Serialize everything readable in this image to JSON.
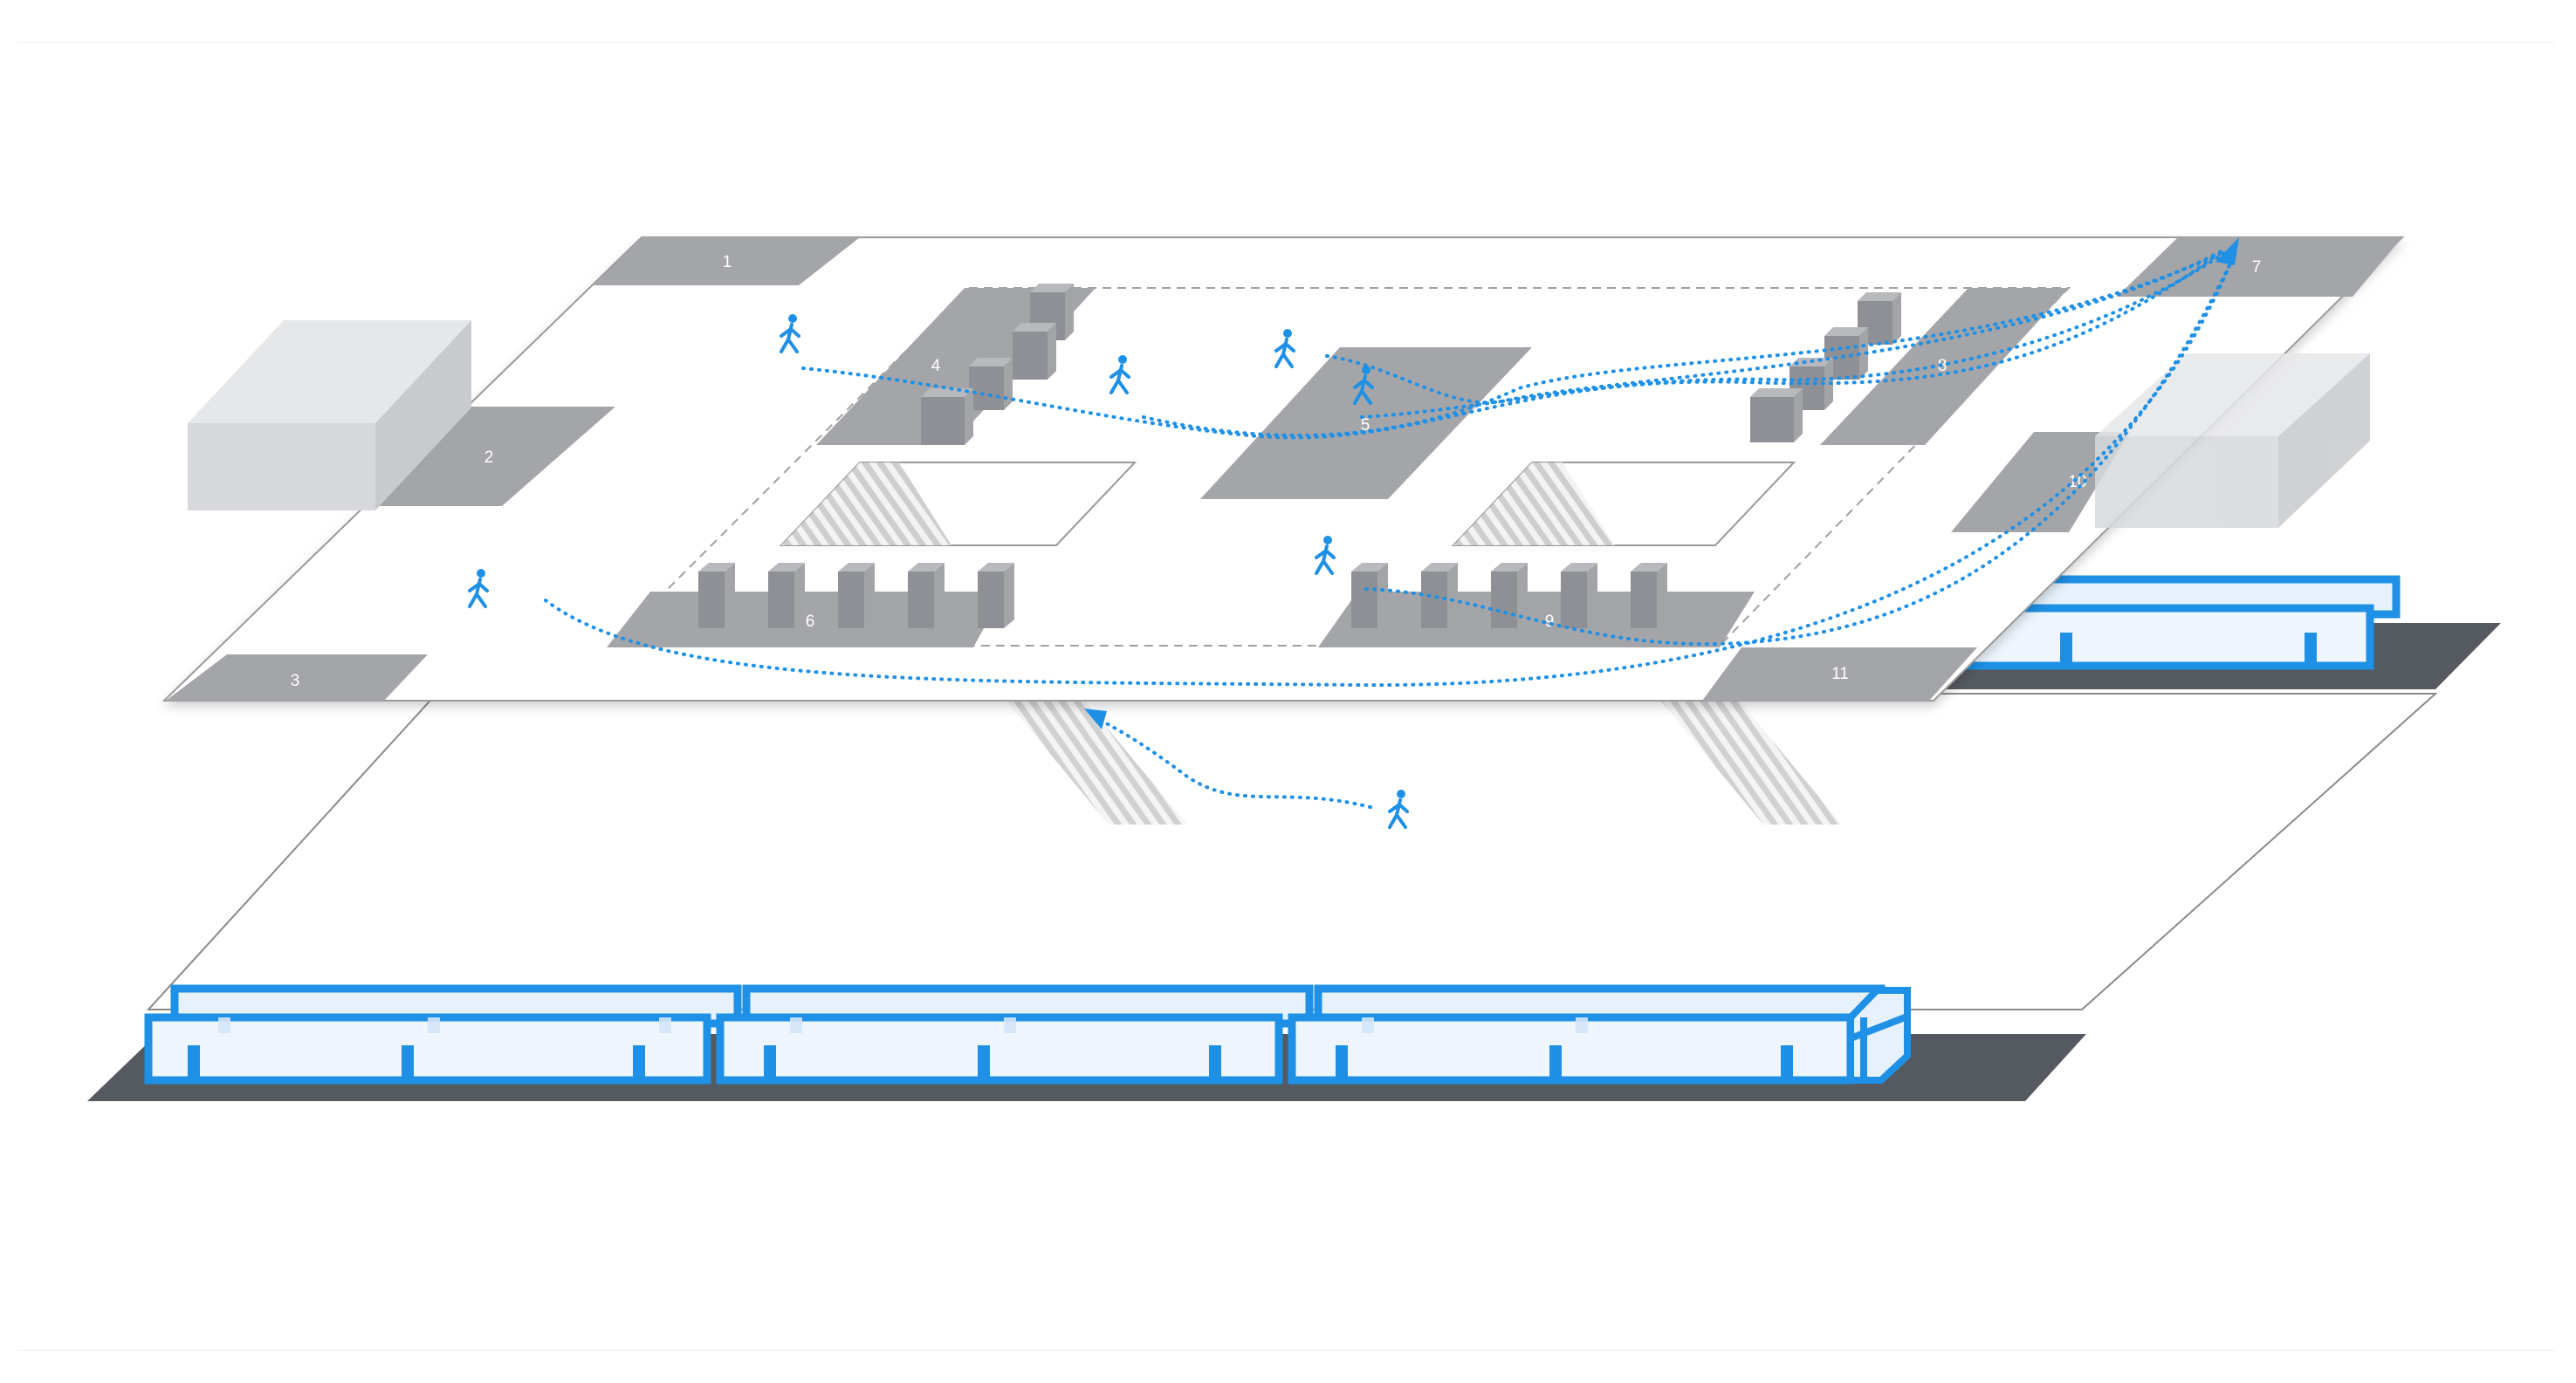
{
  "zones": [
    {
      "id": "zone-1",
      "label": "1"
    },
    {
      "id": "zone-2",
      "label": "2"
    },
    {
      "id": "zone-3",
      "label": "3"
    },
    {
      "id": "zone-4",
      "label": "4"
    },
    {
      "id": "zone-5",
      "label": "5"
    },
    {
      "id": "zone-6",
      "label": "6"
    },
    {
      "id": "zone-7",
      "label": "7"
    },
    {
      "id": "zone-8",
      "label": "8"
    },
    {
      "id": "zone-9",
      "label": "9"
    },
    {
      "id": "zone-10",
      "label": "10"
    },
    {
      "id": "zone-11",
      "label": "11"
    }
  ],
  "icons": {
    "pedestrian": "walking-person-icon",
    "train": "train-icon",
    "stairs": "stairs-icon",
    "building": "building-block-icon"
  },
  "colors": {
    "accent": "#1e90e6",
    "zone_fill": "#a4a5a9",
    "platform_dark": "#545a60",
    "building": "#d6d8db"
  }
}
